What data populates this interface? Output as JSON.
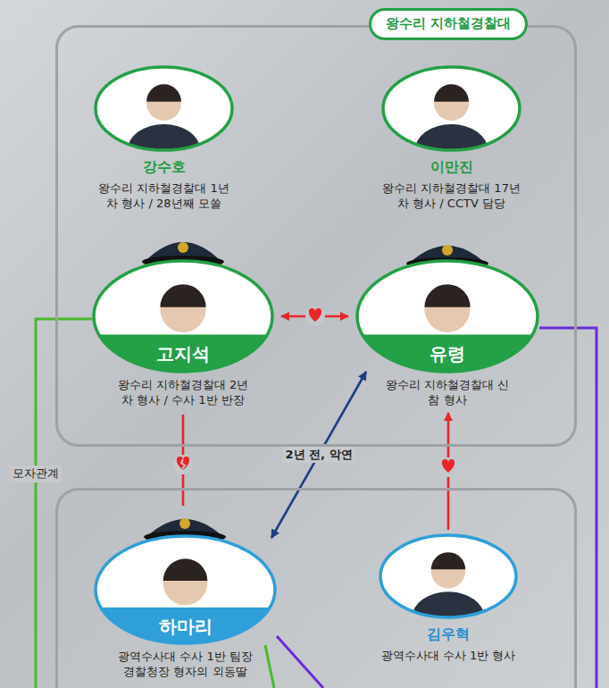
{
  "diagram": {
    "nodes": [
      {
        "text": [
          "왕수리 지하철경찰대"
        ]
      },
      {
        "text": [
          "강수호",
          "왕수리 지하철경찰대 1년차 형사 / 28년째 모쏠"
        ],
        "in": 0
      },
      {
        "text": [
          "이만진",
          "왕수리 지하철경찰대 17년차 형사 / CCTV 담당"
        ],
        "in": 0
      },
      {
        "text": [
          "고지석",
          "왕수리 지하철경찰대 2년차 형사 / 수사 1반 반장"
        ],
        "in": 0
      },
      {
        "text": [
          "유령",
          "왕수리 지하철경찰대 신참 형사"
        ],
        "in": 0
      },
      {
        "text": []
      },
      {
        "text": [
          "하마리",
          "광역수사대 수사 1반 팀장 경찰청장 형자의 외동딸"
        ],
        "in": 5
      },
      {
        "text": [
          "김우혁",
          "광역수사대 수사 1반 형사"
        ],
        "in": 5
      }
    ],
    "edges": [
      {
        "from": 3,
        "to": 4,
        "arrow": "both"
      },
      {
        "from": 3,
        "to": 6,
        "arrow": "none"
      },
      {
        "from": 6,
        "to": 4,
        "label": "2년 전, 악연",
        "arrow": "both"
      },
      {
        "from": 7,
        "to": 4,
        "arrow": "to"
      }
    ],
    "labels": [
      "모자관계"
    ]
  }
}
